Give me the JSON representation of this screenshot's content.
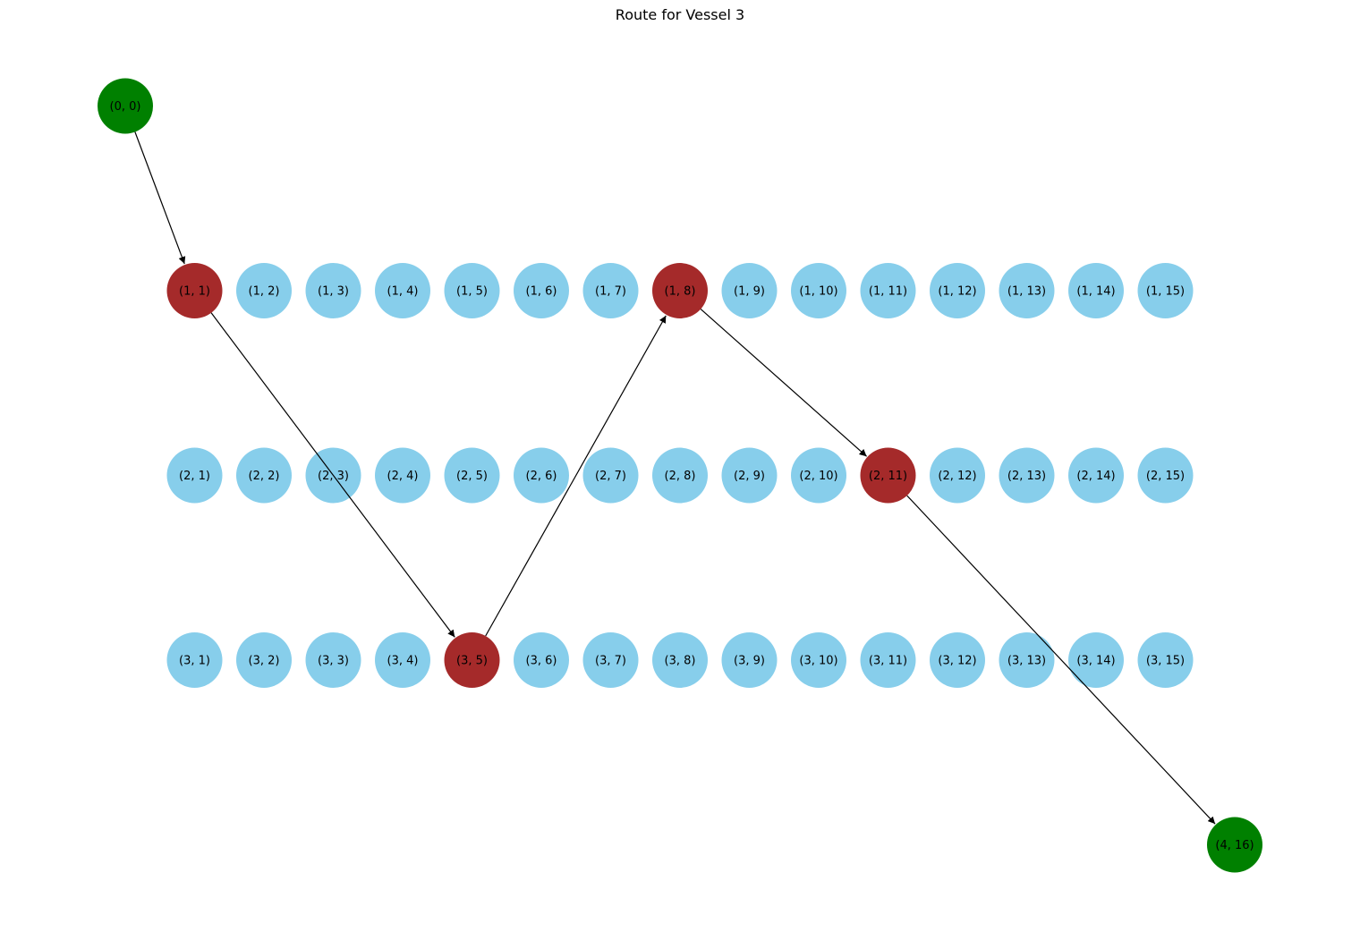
{
  "title": "Route for Vessel 3",
  "colors": {
    "route_node": "#a52a2a",
    "endpoint_node": "#008000",
    "default_node": "#87ceeb",
    "edge": "#000000"
  },
  "nodes": {
    "endpoints": [
      "(0, 0)",
      "(4, 16)"
    ],
    "rows": [
      1,
      2,
      3
    ],
    "cols": [
      1,
      2,
      3,
      4,
      5,
      6,
      7,
      8,
      9,
      10,
      11,
      12,
      13,
      14,
      15
    ]
  },
  "route": [
    "(0, 0)",
    "(1, 1)",
    "(3, 5)",
    "(1, 8)",
    "(2, 11)",
    "(4, 16)"
  ]
}
